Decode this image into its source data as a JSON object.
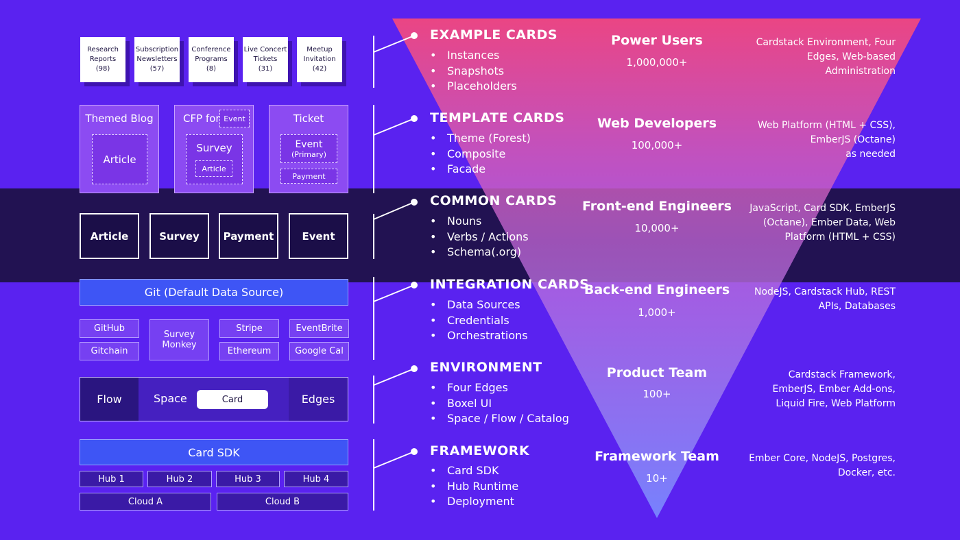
{
  "colors": {
    "background": "#5a22f0",
    "band": "#221252",
    "funnel_top": "#f2477e",
    "funnel_bottom": "#7a8cff",
    "accent_blue": "#3e55f5"
  },
  "example_cards": [
    {
      "title": "Research Reports",
      "count": "(98)"
    },
    {
      "title": "Subscription Newsletters",
      "count": "(57)"
    },
    {
      "title": "Conference Programs",
      "count": "(8)"
    },
    {
      "title": "Live Concert Tickets",
      "count": "(31)"
    },
    {
      "title": "Meetup Invitation",
      "count": "(42)"
    }
  ],
  "template_cards": {
    "themed_blog": {
      "title": "Themed Blog",
      "inner": "Article"
    },
    "cfp": {
      "title": "CFP for",
      "tag": "Event",
      "inner": "Survey",
      "inner_child": "Article"
    },
    "ticket": {
      "title": "Ticket",
      "primary": "Event",
      "primary_sub": "(Primary)",
      "secondary": "Payment"
    }
  },
  "common_cards": [
    "Article",
    "Survey",
    "Payment",
    "Event"
  ],
  "integration": {
    "git": "Git (Default Data Source)",
    "github": "GitHub",
    "gitchain": "Gitchain",
    "survey_monkey": "Survey Monkey",
    "stripe": "Stripe",
    "ethereum": "Ethereum",
    "eventbrite": "EventBrite",
    "google_cal": "Google Cal"
  },
  "environment": {
    "flow": "Flow",
    "space": "Space",
    "card": "Card",
    "edges": "Edges"
  },
  "framework": {
    "sdk": "Card SDK",
    "hubs": [
      "Hub 1",
      "Hub 2",
      "Hub 3",
      "Hub 4"
    ],
    "clouds": [
      "Cloud A",
      "Cloud B"
    ]
  },
  "sections": [
    {
      "title": "EXAMPLE CARDS",
      "bullets": [
        "Instances",
        "Snapshots",
        "Placeholders"
      ],
      "audience": "Power Users",
      "count": "1,000,000+",
      "tech": [
        "Cardstack Environment, Four",
        "Edges, Web-based",
        "Administration"
      ]
    },
    {
      "title": "TEMPLATE CARDS",
      "bullets": [
        "Theme (Forest)",
        "Composite",
        "Facade"
      ],
      "audience": "Web Developers",
      "count": "100,000+",
      "tech": [
        "Web Platform (HTML + CSS),",
        "EmberJS (Octane)",
        "as needed"
      ]
    },
    {
      "title": "COMMON CARDS",
      "bullets": [
        "Nouns",
        "Verbs / Actions",
        "Schema(.org)"
      ],
      "audience": "Front-end Engineers",
      "count": "10,000+",
      "tech": [
        "JavaScript, Card SDK, EmberJS",
        "(Octane), Ember Data, Web",
        "Platform (HTML + CSS)"
      ]
    },
    {
      "title": "INTEGRATION CARDS",
      "bullets": [
        "Data Sources",
        "Credentials",
        "Orchestrations"
      ],
      "audience": "Back-end Engineers",
      "count": "1,000+",
      "tech": [
        "NodeJS, Cardstack Hub, REST",
        "APIs, Databases"
      ]
    },
    {
      "title": "ENVIRONMENT",
      "bullets": [
        "Four Edges",
        "Boxel UI",
        "Space / Flow / Catalog"
      ],
      "audience": "Product Team",
      "count": "100+",
      "tech": [
        "Cardstack Framework,",
        "EmberJS, Ember Add-ons,",
        "Liquid Fire, Web Platform"
      ]
    },
    {
      "title": "FRAMEWORK",
      "bullets": [
        "Card SDK",
        "Hub Runtime",
        "Deployment"
      ],
      "audience": "Framework Team",
      "count": "10+",
      "tech": [
        "Ember Core, NodeJS, Postgres,",
        "Docker, etc."
      ]
    }
  ]
}
